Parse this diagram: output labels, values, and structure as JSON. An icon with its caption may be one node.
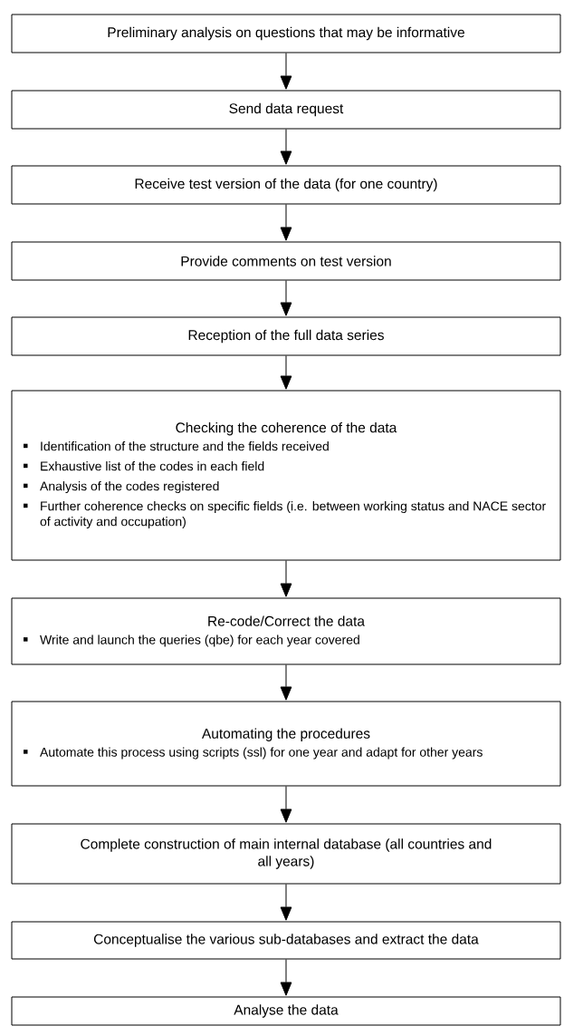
{
  "diagram": {
    "nodes": [
      {
        "text": [
          "Preliminary analysis on questions that may be informative"
        ]
      },
      {
        "text": [
          "Send data request"
        ]
      },
      {
        "text": [
          "Receive test version of the data (for one country)"
        ]
      },
      {
        "text": [
          "Provide comments on test version"
        ]
      },
      {
        "text": [
          "Reception of the full data series"
        ]
      },
      {
        "text": [
          "Checking the coherence of the data",
          "Identification of the structure and the fields received",
          "Exhaustive list of the codes in each field",
          "Analysis of the codes registered",
          "Further coherence checks on specific fields (i.e. between working status and NACE sector of activity and occupation)"
        ]
      },
      {
        "text": [
          "Re-code/Correct the data",
          "Write and launch the queries (qbe) for each year covered"
        ]
      },
      {
        "text": [
          "Automating the procedures",
          "Automate this process using scripts (ssl) for one year and adapt for other years"
        ]
      },
      {
        "text": [
          "Complete construction of main internal database (all countries and all years)"
        ]
      },
      {
        "text": [
          "Conceptualise the various sub-databases and extract the data"
        ]
      },
      {
        "text": [
          "Analyse the data"
        ]
      }
    ],
    "edges": [
      {
        "from": 0,
        "to": 1,
        "arrow": "to"
      },
      {
        "from": 1,
        "to": 2,
        "arrow": "to"
      },
      {
        "from": 2,
        "to": 3,
        "arrow": "to"
      },
      {
        "from": 3,
        "to": 4,
        "arrow": "to"
      },
      {
        "from": 4,
        "to": 5,
        "arrow": "to"
      },
      {
        "from": 5,
        "to": 6,
        "arrow": "to"
      },
      {
        "from": 6,
        "to": 7,
        "arrow": "to"
      },
      {
        "from": 7,
        "to": 8,
        "arrow": "to"
      },
      {
        "from": 8,
        "to": 9,
        "arrow": "to"
      },
      {
        "from": 9,
        "to": 10,
        "arrow": "to"
      }
    ]
  }
}
